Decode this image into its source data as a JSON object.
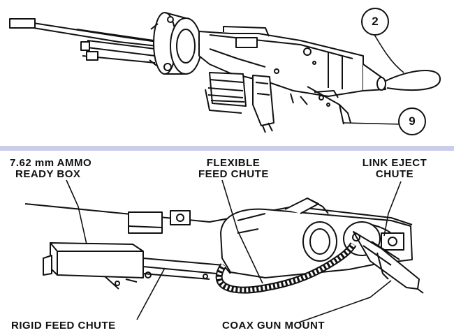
{
  "figure": {
    "top_callouts": [
      {
        "id": "callout-2",
        "number": "2"
      },
      {
        "id": "callout-9",
        "number": "9"
      }
    ],
    "labels": {
      "ammo_box_line1": "7.62 mm  AMMO",
      "ammo_box_line2": "READY BOX",
      "flexible_line1": "FLEXIBLE",
      "flexible_line2": "FEED CHUTE",
      "link_eject_line1": "LINK EJECT",
      "link_eject_line2": "CHUTE",
      "rigid_feed_chute": "RIGID FEED CHUTE",
      "coax_gun_mount": "COAX GUN MOUNT"
    },
    "colors": {
      "ink": "#111111",
      "paper": "#ffffff",
      "divider": "#c9cde8"
    }
  }
}
